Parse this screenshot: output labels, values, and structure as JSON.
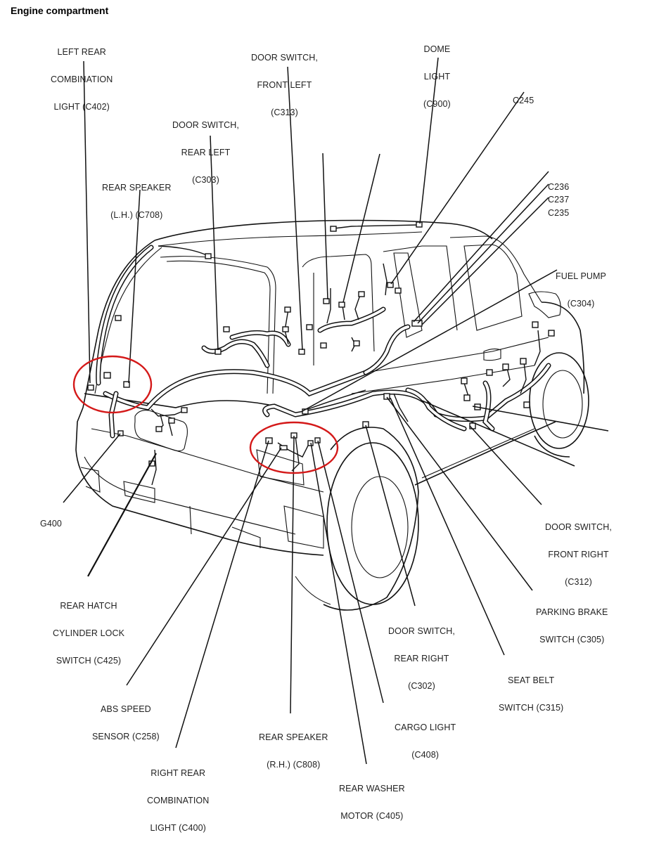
{
  "title": "Engine compartment",
  "highlight_color": "#d41919",
  "highlights": [
    {
      "name": "left-rear-highlight",
      "note": "left rear corner connectors"
    },
    {
      "name": "right-rear-highlight",
      "note": "right rear wheel-well connectors"
    }
  ],
  "labels": {
    "left_rear_combination_light": [
      "LEFT REAR",
      "COMBINATION",
      "LIGHT (C402)"
    ],
    "rear_speaker_lh": [
      "REAR SPEAKER",
      "(L.H.) (C708)"
    ],
    "door_switch_rear_left": [
      "DOOR SWITCH,",
      "REAR LEFT",
      "(C303)"
    ],
    "door_switch_front_left": [
      "DOOR SWITCH,",
      "FRONT LEFT",
      "(C313)"
    ],
    "dome_light": [
      "DOME",
      "LIGHT",
      "(C900)"
    ],
    "c245": [
      "C245"
    ],
    "c236": [
      "C236"
    ],
    "c237": [
      "C237"
    ],
    "c235": [
      "C235"
    ],
    "fuel_pump": [
      "FUEL PUMP",
      "(C304)"
    ],
    "g400": [
      "G400"
    ],
    "door_switch_front_right": [
      "DOOR SWITCH,",
      "FRONT RIGHT",
      "(C312)"
    ],
    "rear_hatch_cylinder_lock_switch": [
      "REAR HATCH",
      "CYLINDER LOCK",
      "SWITCH (C425)"
    ],
    "parking_brake_switch": [
      "PARKING BRAKE",
      "SWITCH (C305)"
    ],
    "door_switch_rear_right": [
      "DOOR SWITCH,",
      "REAR RIGHT",
      "(C302)"
    ],
    "seat_belt_switch": [
      "SEAT BELT",
      "SWITCH (C315)"
    ],
    "abs_speed_sensor": [
      "ABS SPEED",
      "SENSOR (C258)"
    ],
    "cargo_light": [
      "CARGO LIGHT",
      "(C408)"
    ],
    "rear_speaker_rh": [
      "REAR SPEAKER",
      "(R.H.) (C808)"
    ],
    "right_rear_combination_light": [
      "RIGHT REAR",
      "COMBINATION",
      "LIGHT (C400)"
    ],
    "rear_washer_motor": [
      "REAR WASHER",
      "MOTOR (C405)"
    ]
  }
}
